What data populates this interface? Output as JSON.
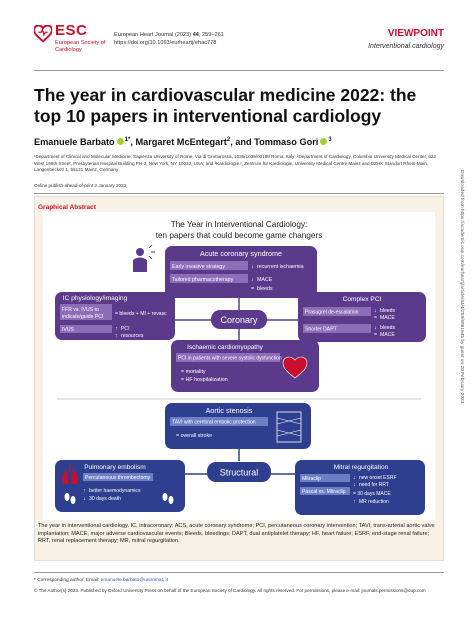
{
  "header": {
    "logo_abbr": "ESC",
    "logo_name": "European Society of Cardiology",
    "journal_name": "European Heart Journal (2023)",
    "journal_volume": "44",
    "journal_pages": ", 259–261",
    "doi": "https://doi.org/10.1093/eurheartj/ehac778",
    "article_type": "VIEWPOINT",
    "subject": "Interventional cardiology"
  },
  "title": "The year in cardiovascular medicine 2022: the top 10 papers in interventional cardiology",
  "authors": {
    "a1_name": "Emanuele Barbato",
    "a1_sup": "1*",
    "a2_name": ", Margaret McEntegart",
    "a2_sup": "2",
    "a3_name": ", and Tommaso Gori",
    "a3_sup": "3"
  },
  "affiliations": "¹Department of Clinical and Molecular Medicine, Sapienza University of Rome, Via di Grottarossa, 1035/1039/00189 Roma, Italy; ²Department of Cardiology, Columbia University Medical Center, 622 West 168th Street, Presbyterian Hospital Building PH-3, New York, NY 10032, USA; and ³Kardiologie I, Zentrum für Kardiologie, University Medical Centre Mainz and DZHK Standort Rhein-Main, Langenbeckstr 1, 55131 Mainz, Germany",
  "online_date": "Online publish-ahead-of-print 2 January 2023",
  "side_text": "Downloaded from https://academic.oup.com/eurheartj/article/44/4/259/6961645 by guest on 20 February 2023",
  "graphical_abstract": {
    "label": "Graphical Abstract",
    "title_line1": "The Year in Interventional Cardiology:",
    "title_line2": "ten papers that could become game changers",
    "acs": {
      "header": "Acute coronary syndrome",
      "row1_left": "Early invasive strategy",
      "row1_right": "recurrent ischaemia",
      "row2_left": "Tailored pharmacotherapy",
      "row2_right_a": "MACE",
      "row2_right_b": "bleeds"
    },
    "physio": {
      "header": "IC physiology/imaging",
      "ffr_line1": "FFR vs. IVUS to",
      "ffr_line2": "indicate/guide PCI",
      "ffr_result": "= bleeds + MI + revasc",
      "ivus": "IVUS",
      "ivus_r1": "PCI",
      "ivus_r2": "resources"
    },
    "complex": {
      "header": "Complex PCI",
      "row1_left": "Prasugrel de-escalation",
      "row1_a": "bleeds",
      "row1_b": "MACE",
      "row2_left": "Shorter DAPT",
      "row2_a": "bleeds",
      "row2_b": "MACE"
    },
    "coronary": "Coronary",
    "ischaemic": {
      "header": "Ischaemic cardiomyopathy",
      "row": "PCI in patients with severe systolic dysfunction",
      "r1": "= mortality",
      "r2": "= HF hospitalization"
    },
    "aortic": {
      "header": "Aortic stenosis",
      "row": "TAVI with cerebral embolic protection",
      "result": "= overall stroke"
    },
    "structural": "Structural",
    "pe": {
      "header": "Pulmonary embolism",
      "row": "Percutaneous thrombectomy",
      "r1": "better haemodynamics",
      "r2": "30 days death"
    },
    "mitral": {
      "header": "Mitral regurgitation",
      "row1": "Mitraclip",
      "row2": "Pascal vs. Mitraclip",
      "r1": "new onset ESRF",
      "r2": "need for RRT",
      "r3": "= 30 days MACE",
      "r4": "MR reduction"
    },
    "caption": "The year in interventional cardiology. IC, intracoronary; ACS, acute coronary syndrome; PCI, percutaneous coronary intervention; TAVI, trans-arterial aortic valve implantation; MACE, major adverse cardiovascular events; Bleeds, bleedings; DAPT, dual antiplatelet therapy; HF, heart failure; ESRF, end-stage renal failure; RRT, renal replacement therapy; MR, mitral regurgitation."
  },
  "footer": {
    "corresponding_prefix": "* Corresponding author. Email:",
    "email": "emanuele.barbato@uniroma1.it",
    "copyright": "© The Author(s) 2023. Published by Oxford University Press on behalf of the European Society of Cardiology. All rights reserved. For permissions, please e-mail: journals.permissions@oup.com"
  },
  "colors": {
    "esc_red": "#c8102e",
    "purple": "#5b3a8c",
    "purple_light": "#8d6cb8",
    "blue": "#2d3f8e",
    "blue_light": "#6b7fc2",
    "panel_bg": "#f8f1e8"
  }
}
